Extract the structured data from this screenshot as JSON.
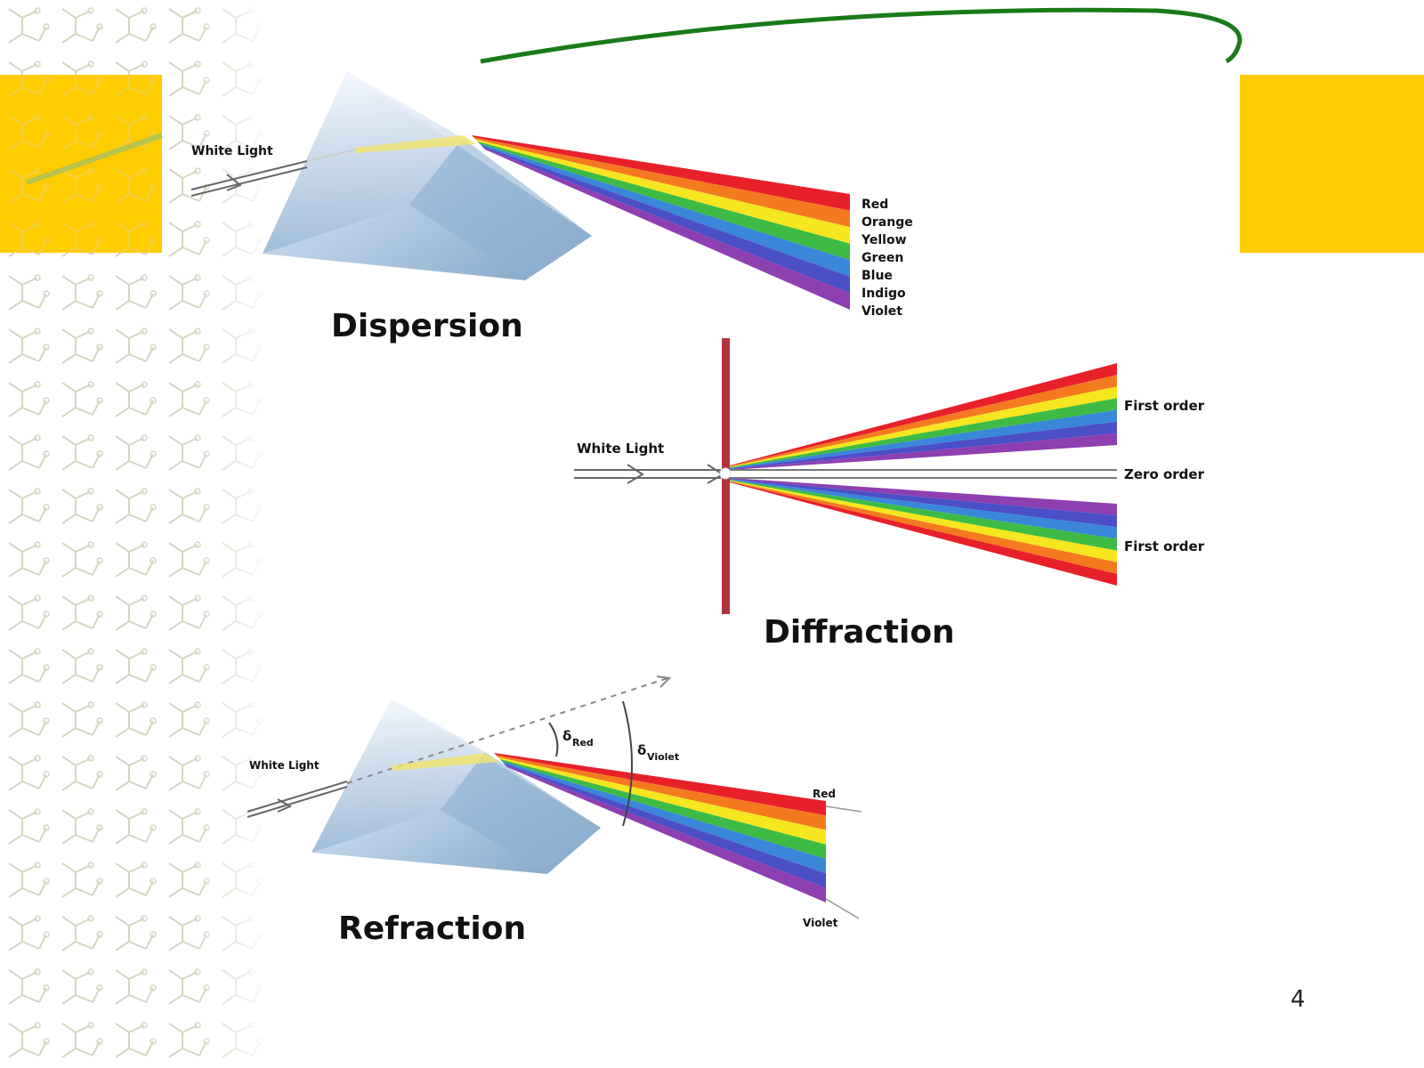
{
  "slide": {
    "page_number": "4",
    "accent_color": "#FFCC00",
    "arc_color": "#1A7A1A",
    "pattern_color": "#D9D4C2"
  },
  "spectrum_colors": [
    "#E8202A",
    "#F47A20",
    "#F5E61F",
    "#3DBB45",
    "#3A86D9",
    "#4B4FC8",
    "#8E3FB0"
  ],
  "dispersion": {
    "title": "Dispersion",
    "input_label": "White Light",
    "color_labels": [
      "Red",
      "Orange",
      "Yellow",
      "Green",
      "Blue",
      "Indigo",
      "Violet"
    ]
  },
  "diffraction": {
    "title": "Diffraction",
    "input_label": "White Light",
    "order_labels": {
      "upper": "First order",
      "zero": "Zero order",
      "lower": "First order"
    }
  },
  "refraction": {
    "title": "Refraction",
    "input_label": "White Light",
    "red_label": "Red",
    "violet_label": "Violet",
    "angle_red_symbol": "δ",
    "angle_red_sub": "Red",
    "angle_violet_symbol": "δ",
    "angle_violet_sub": "Violet"
  }
}
